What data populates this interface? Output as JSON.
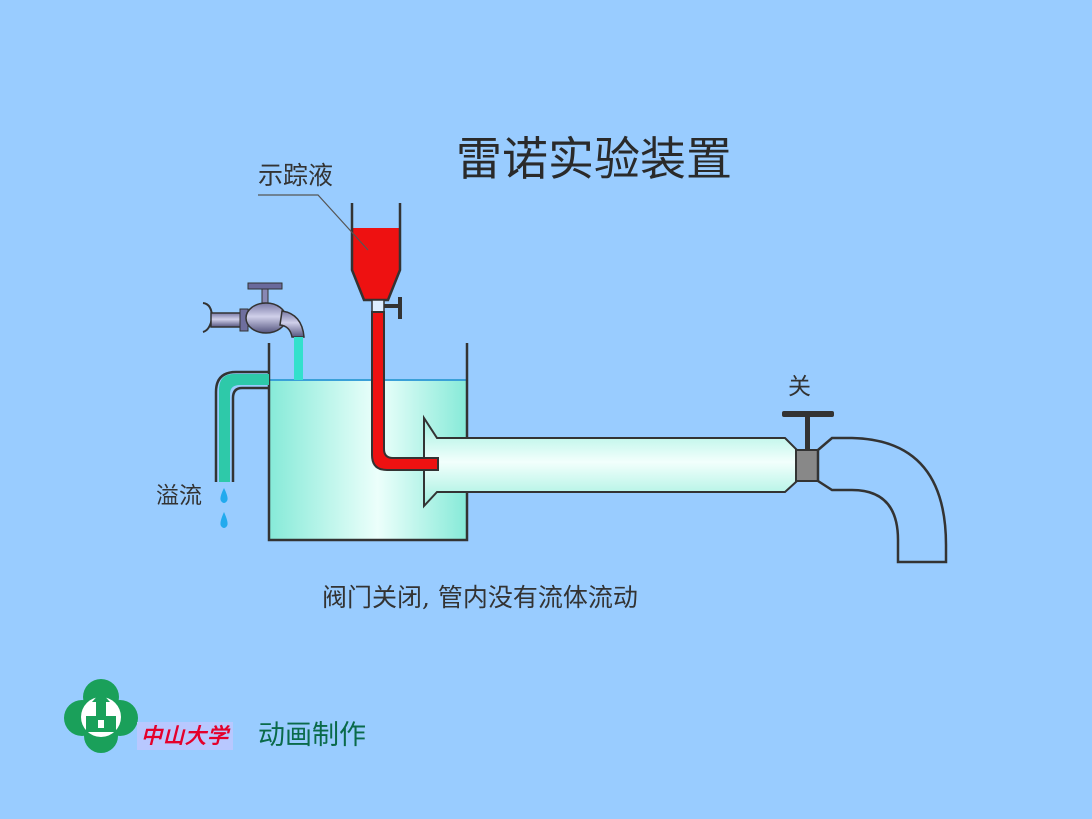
{
  "title": "雷诺实验装置",
  "labels": {
    "tracer": "示踪液",
    "overflow": "溢流",
    "valve": "关",
    "caption": "阀门关闭, 管内没有流体流动"
  },
  "footer": {
    "university": "中山大学",
    "credit": "动画制作"
  },
  "state": {
    "valve": "closed",
    "flow": "none"
  },
  "colors": {
    "background": "#99ccff",
    "tracer_liquid": "#ee1111",
    "tank_water": "#aaf7e8",
    "water_drop": "#22aaee",
    "logo_green": "#1aa05a"
  },
  "icons": [
    "faucet-icon",
    "water-drop-icon",
    "university-logo-icon",
    "valve-handle-icon"
  ]
}
